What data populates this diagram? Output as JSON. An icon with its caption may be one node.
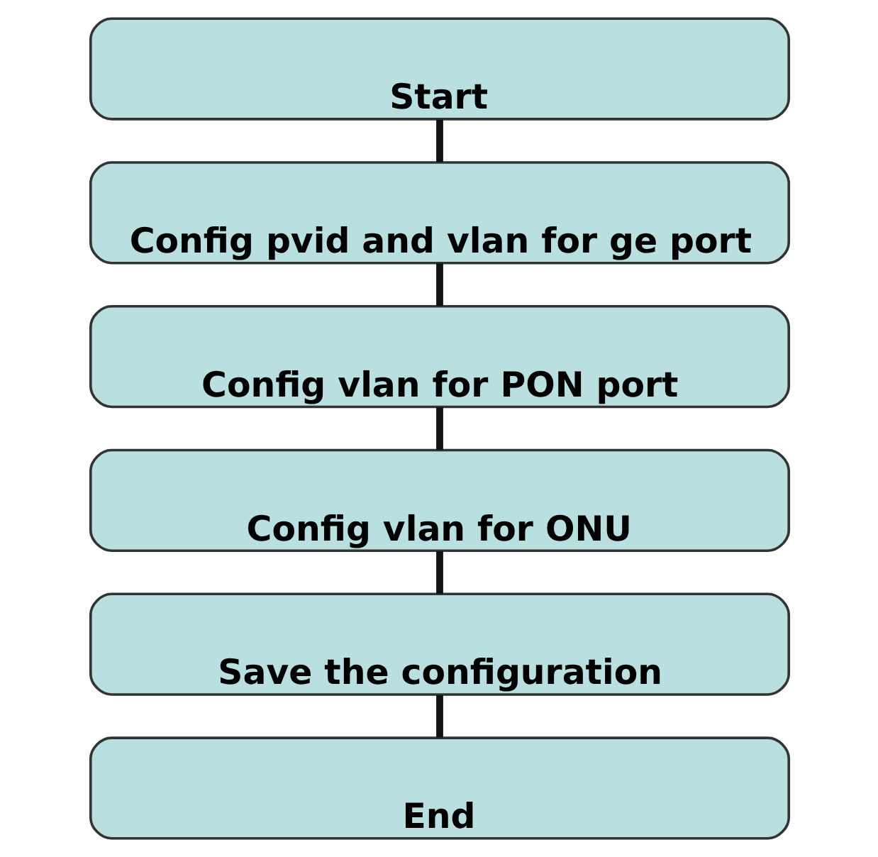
{
  "diagram": {
    "nodes": [
      {
        "text": [
          "Start"
        ]
      },
      {
        "text": [
          "Config pvid and vlan for ge port"
        ]
      },
      {
        "text": [
          "Config vlan for PON port"
        ]
      },
      {
        "text": [
          "Config vlan for ONU"
        ]
      },
      {
        "text": [
          "Save the configuration"
        ]
      },
      {
        "text": [
          "End"
        ]
      }
    ],
    "edges": [
      {
        "from": 0,
        "to": 1,
        "arrow": "none"
      },
      {
        "from": 1,
        "to": 2,
        "arrow": "none"
      },
      {
        "from": 2,
        "to": 3,
        "arrow": "none"
      },
      {
        "from": 3,
        "to": 4,
        "arrow": "none"
      },
      {
        "from": 4,
        "to": 5,
        "arrow": "none"
      }
    ]
  }
}
